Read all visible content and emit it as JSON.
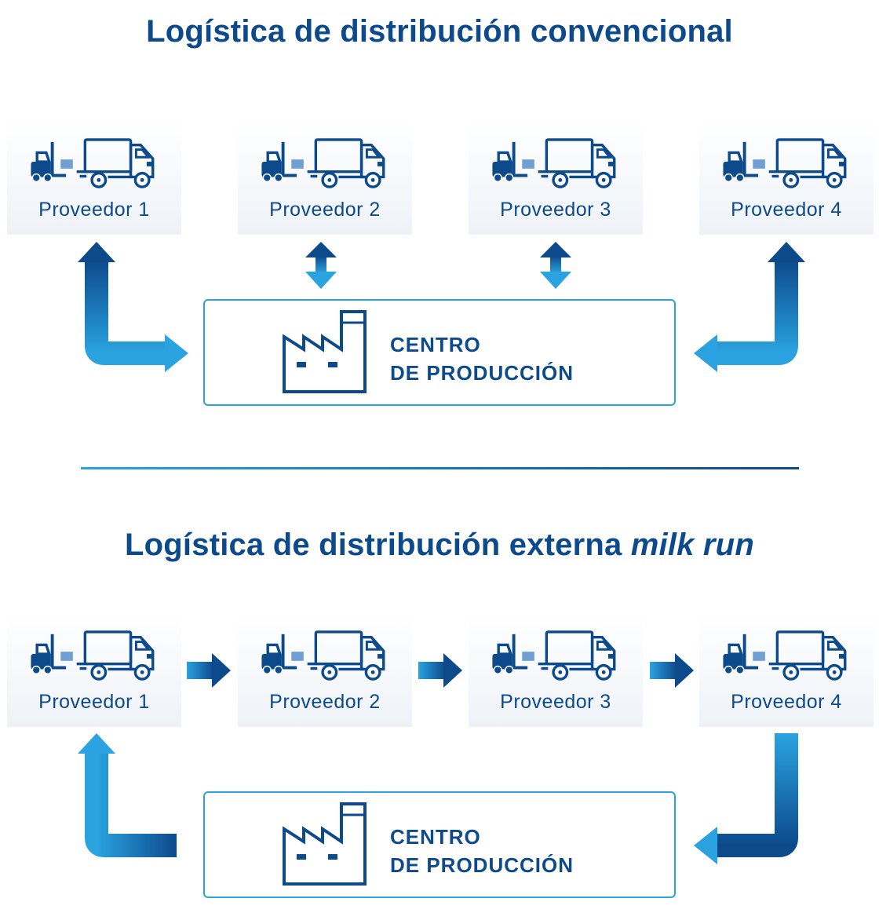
{
  "top": {
    "title": "Logística de distribución convencional",
    "suppliers": [
      "Proveedor 1",
      "Proveedor 2",
      "Proveedor 3",
      "Proveedor 4"
    ],
    "center": {
      "line1": "CENTRO",
      "line2": "DE PRODUCCIÓN"
    }
  },
  "bottom": {
    "title_plain": "Logística de distribución externa",
    "title_italic": "milk run",
    "suppliers": [
      "Proveedor 1",
      "Proveedor 2",
      "Proveedor 3",
      "Proveedor 4"
    ],
    "center": {
      "line1": "CENTRO",
      "line2": "DE PRODUCCIÓN"
    }
  },
  "colors": {
    "dark_blue": "#0d4a8c",
    "light_blue": "#2aa3e0",
    "tile_bg": "#eef2f7"
  },
  "icons": {
    "supplier": "forklift-and-truck-icon",
    "center": "factory-icon"
  }
}
